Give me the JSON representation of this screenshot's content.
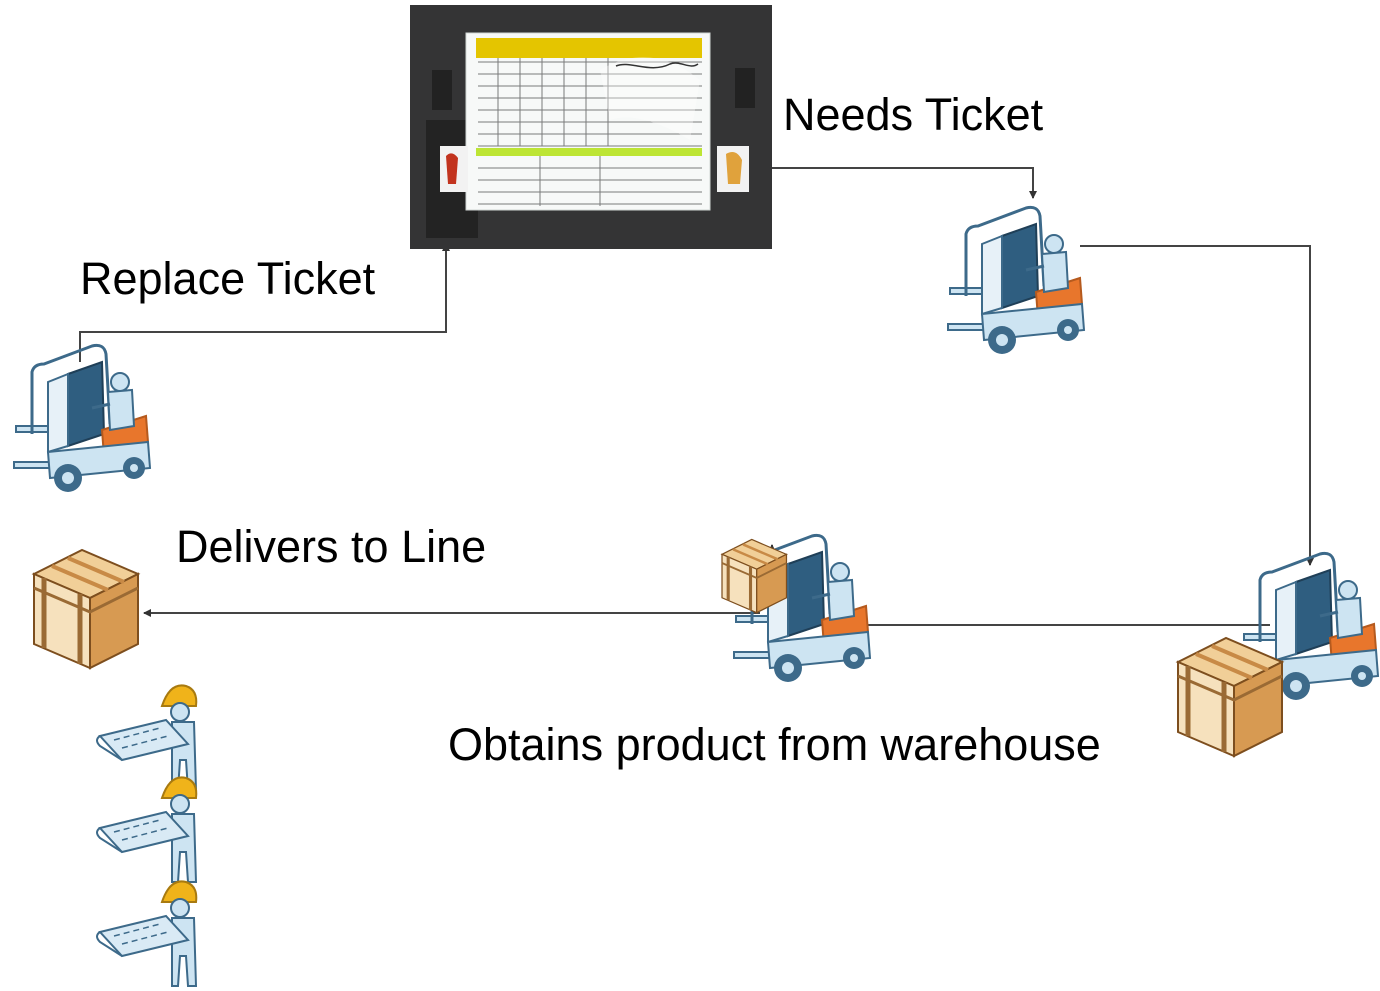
{
  "labels": {
    "needs_ticket": "Needs Ticket",
    "replace_ticket": "Replace Ticket",
    "delivers_to_line": "Delivers to Line",
    "obtains_product": "Obtains product from warehouse"
  },
  "icons": {
    "board": "kanban-board-photo-icon",
    "forklift": "forklift-driver-icon",
    "crate": "wooden-crate-icon",
    "worker": "line-worker-icon"
  },
  "colors": {
    "board_banner": "#e4c500",
    "board_green": "#bde534",
    "forklift_blue": "#3d6a8a",
    "forklift_light": "#cde4f2",
    "forklift_orange": "#e8762c",
    "crate": "#d79a52",
    "hardhat": "#f0b31a",
    "connector": "#444444"
  }
}
